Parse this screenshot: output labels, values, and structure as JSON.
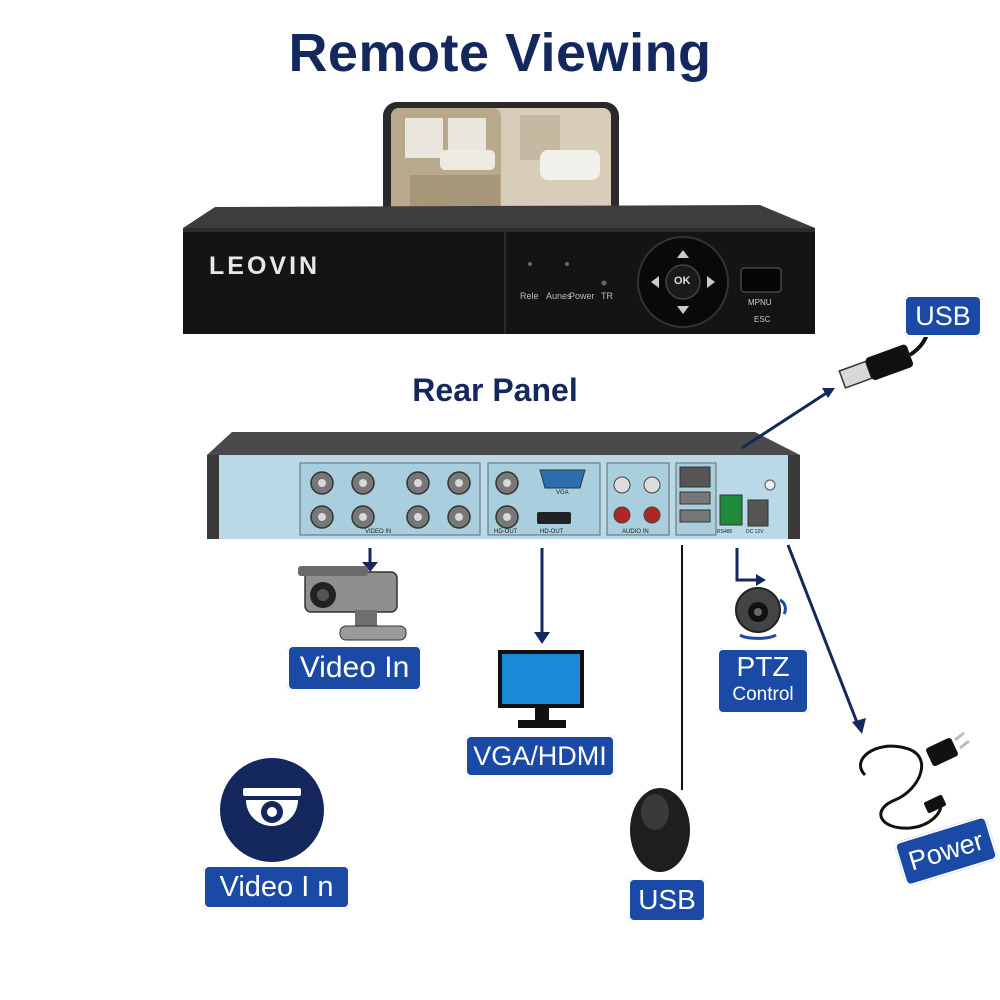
{
  "title": "Remote Viewing",
  "rear_panel_title": "Rear Panel",
  "front_panel": {
    "brand": "LEOVIN",
    "led_labels": [
      "Rele",
      "Aunes",
      "Power",
      "TR"
    ],
    "ok_label": "OK",
    "button_labels": [
      "MPNU",
      "ESC"
    ]
  },
  "rear_panel": {
    "port_labels": [
      "VIDEO IN",
      "HD-OUT",
      "HD-OUT",
      "VGA",
      "AUDIO IN",
      "RS485",
      "DC 12V"
    ]
  },
  "labels": {
    "usb_top": "USB",
    "video_in": "Video In",
    "vga_hdmi": "VGA/HDMI",
    "ptz_line1": "PTZ",
    "ptz_line2": "Control",
    "video_in_2": "Video I n",
    "usb_bottom": "USB",
    "power": "Power"
  },
  "colors": {
    "title": "#14285e",
    "label_bg": "#1b4aa6",
    "arrow": "#14285e",
    "panel": "#b9d9e8"
  },
  "icons": [
    "smartphone-icon",
    "dvr-icon",
    "usb-plug-icon",
    "bullet-camera-icon",
    "monitor-icon",
    "ptz-camera-icon",
    "mouse-icon",
    "power-cord-icon",
    "dome-camera-icon"
  ]
}
